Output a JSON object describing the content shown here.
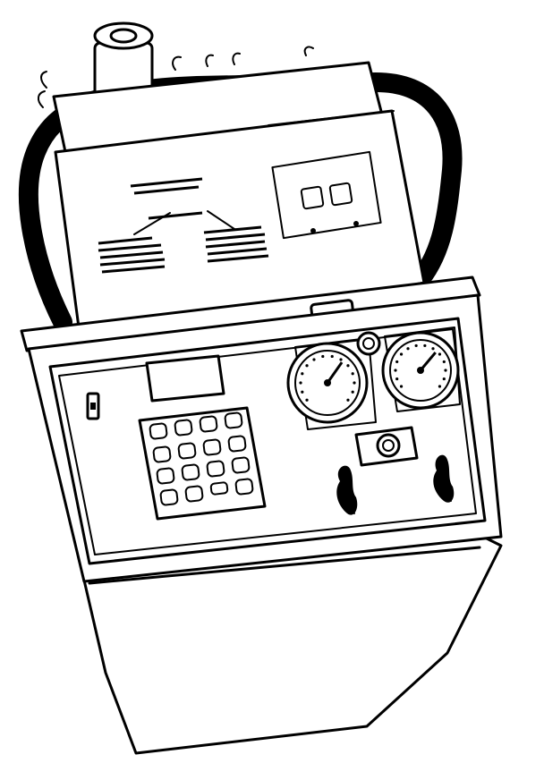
{
  "figure": {
    "subject": "refrigerant-recovery-station",
    "colors": {
      "ink": "#000000",
      "paper": "#ffffff"
    },
    "gauges": [
      {
        "id": "low-side",
        "needle_angle_deg": -35
      },
      {
        "id": "high-side",
        "needle_angle_deg": -40
      }
    ],
    "keypad": {
      "rows": 4,
      "cols": 4
    },
    "valves": 2
  }
}
